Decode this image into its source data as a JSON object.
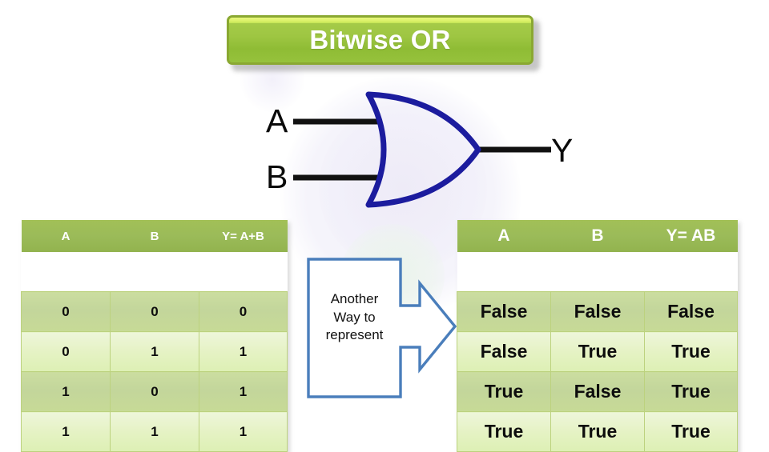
{
  "title": {
    "text": "Bitwise OR"
  },
  "diagram": {
    "gate_type": "or-gate",
    "gate_color": "#1c1c9e",
    "wire_color": "#111111",
    "input_a_label": "A",
    "input_b_label": "B",
    "output_label": "Y"
  },
  "callout": {
    "line1": "Another",
    "line2": "Way to",
    "line3": "represent",
    "outline_color": "#4a7ebb"
  },
  "tables": {
    "binary": {
      "headers": [
        "A",
        "B",
        "Y= A+B"
      ],
      "rows": [
        [
          "0",
          "0",
          "0"
        ],
        [
          "0",
          "1",
          "1"
        ],
        [
          "1",
          "0",
          "1"
        ],
        [
          "1",
          "1",
          "1"
        ]
      ]
    },
    "boolean": {
      "headers": [
        "A",
        "B",
        "Y= AB"
      ],
      "rows": [
        [
          "False",
          "False",
          "False"
        ],
        [
          "False",
          "True",
          "True"
        ],
        [
          "True",
          "False",
          "True"
        ],
        [
          "True",
          "True",
          "True"
        ]
      ]
    }
  },
  "colors": {
    "header_green": "#9bbb59",
    "row_dark": "#c3d69b",
    "row_light": "#e5f2c4",
    "title_green": "#9ec642",
    "title_border": "#8aa832"
  }
}
